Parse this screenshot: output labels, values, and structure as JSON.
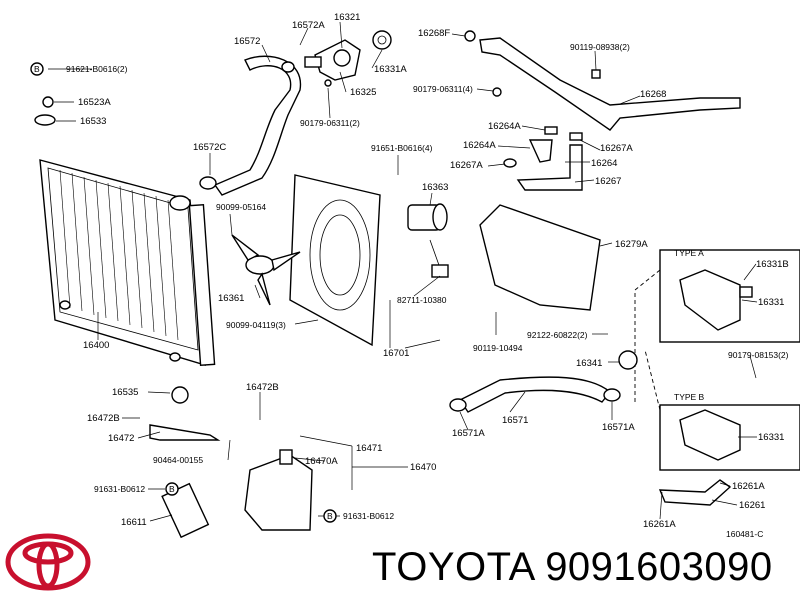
{
  "brand": {
    "name": "TOYOTA",
    "part_number": "9091603090",
    "logo_icon": "toyota-logo-icon",
    "logo_color": "#c8102e"
  },
  "diagram": {
    "code": "160481-C",
    "callouts": {
      "p16572A": "16572A",
      "p16321": "16321",
      "p16572": "16572",
      "p16331A": "16331A",
      "p16325": "16325",
      "p90179_06311_top": "90179-06311(2)",
      "p16268F": "16268F",
      "p90119_08938": "90119-08938(2)",
      "p90179_06311_mid": "90179-06311(4)",
      "p16268": "16268",
      "pB_top": "B",
      "p91621": "91621-B0616(2)",
      "p16523A": "16523A",
      "p16533": "16533",
      "p16572C": "16572C",
      "p91651": "91651-B0616(4)",
      "p16264A_1": "16264A",
      "p16264A_2": "16264A",
      "p16267A_r": "16267A",
      "p16267A_l": "16267A",
      "p16264": "16264",
      "p16267": "16267",
      "p16363": "16363",
      "p90099_05164": "90099-05164",
      "p16279A": "16279A",
      "p16361": "16361",
      "p82711": "82711-10380",
      "p90099_04119": "90099-04119(3)",
      "p16400": "16400",
      "p16701": "16701",
      "p90119_10494": "90119-10494",
      "p92122": "92122-60822(2)",
      "p16341": "16341",
      "typeA": "TYPE A",
      "p16331B": "16331B",
      "p16331_a": "16331",
      "p90179_08153": "90179-08153(2)",
      "typeB": "TYPE B",
      "p16331_b": "16331",
      "p16535": "16535",
      "p16472B_r": "16472B",
      "p16472B_l": "16472B",
      "p16472": "16472",
      "p16471": "16471",
      "p16470A": "16470A",
      "p16470": "16470",
      "p90464": "90464-00155",
      "p91631_l": "91631-B0612",
      "pB_l": "B",
      "p16611": "16611",
      "pB_r": "B",
      "p91631_r": "91631-B0612",
      "p16571_l": "16571A",
      "p16571": "16571",
      "p16571_r": "16571A",
      "p16261A_r": "16261A",
      "p16261": "16261",
      "p16261A_l": "16261A"
    }
  }
}
